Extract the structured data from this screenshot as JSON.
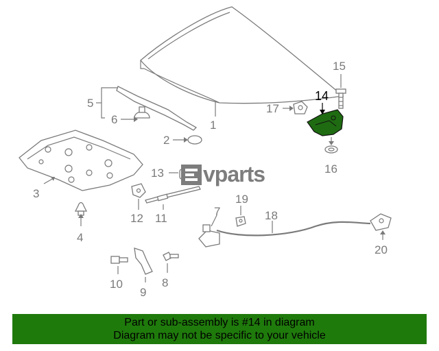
{
  "diagram": {
    "logo_text": "vparts",
    "highlighted_part": "14",
    "callouts": [
      "1",
      "2",
      "3",
      "4",
      "5",
      "6",
      "7",
      "8",
      "9",
      "10",
      "11",
      "12",
      "13",
      "14",
      "15",
      "16",
      "17",
      "18",
      "19",
      "20"
    ],
    "colors": {
      "highlight": "#1f6b12",
      "banner": "#1f7a0c",
      "lines": "#7a7a7a"
    }
  },
  "banner": {
    "line1": "Part or sub-assembly is #14 in diagram",
    "line2": "Diagram may not be specific to your vehicle"
  }
}
